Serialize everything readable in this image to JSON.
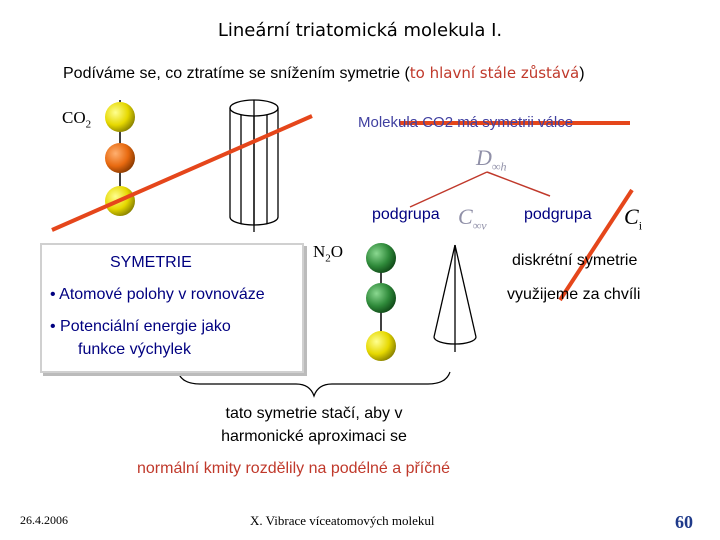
{
  "title": "Lineární triatomická molekula I.",
  "intro": {
    "main": "Podíváme se, co ztratíme se snížením symetrie (",
    "red": "to hlavní stále zůstává",
    "close": ")"
  },
  "co2": {
    "base": "CO",
    "sub": "2"
  },
  "cylinder_text": "Molekula CO2 má symetrii válce",
  "dinfh": {
    "base": "D",
    "sub": "∞h"
  },
  "subgroup1": "podgrupa",
  "cinfv": {
    "base": "C",
    "sub": "∞v"
  },
  "subgroup2": "podgrupa",
  "ci": {
    "base": "C",
    "sub": "i"
  },
  "n2o": {
    "pre": "N",
    "sub": "2",
    "post": "O"
  },
  "discrete": "diskrétní symetrie",
  "later": "využijeme za chvíli",
  "symmetry_box": {
    "title": "SYMETRIE",
    "bullet1": "• Atomové polohy v rovnováze",
    "bullet2": "• Potenciální energie jako",
    "bullet2_cont": "funkce výchylek"
  },
  "brace_text": {
    "line1": "tato symetrie stačí, aby v",
    "line2": "harmonické aproximaci se"
  },
  "normal_modes": "normální kmity rozdělily na podélné a příčné",
  "footer": {
    "date": "26.4.2006",
    "text": "X. Vibrace víceatomových molekul",
    "page": "60"
  },
  "colors": {
    "yellow_atom": "#e6d800",
    "orange_atom": "#e86a10",
    "green_atom": "#2f8a3a",
    "strike_red": "#e5461b"
  }
}
